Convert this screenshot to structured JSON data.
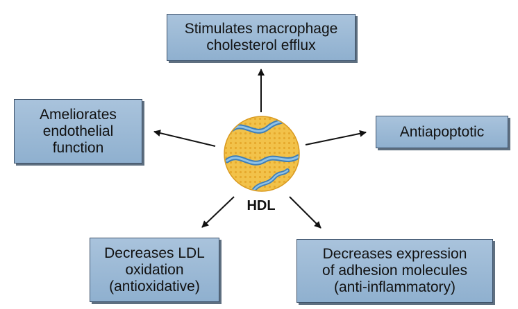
{
  "center": {
    "label": "HDL",
    "particle_color": "#f2c24a",
    "strand_color": "#5b9ccc"
  },
  "boxes": {
    "top": [
      "Stimulates macrophage",
      "cholesterol efflux"
    ],
    "left": [
      "Ameliorates",
      "endothelial",
      "function"
    ],
    "right": [
      "Antiapoptotic"
    ],
    "bottom_left": [
      "Decreases LDL",
      "oxidation",
      "(antioxidative)"
    ],
    "bottom_right": [
      "Decreases expression",
      "of adhesion molecules",
      "(anti-inflammatory)"
    ]
  },
  "colors": {
    "box_fill": "#9db9d6",
    "box_border": "#3c5068",
    "arrow": "#111111"
  }
}
